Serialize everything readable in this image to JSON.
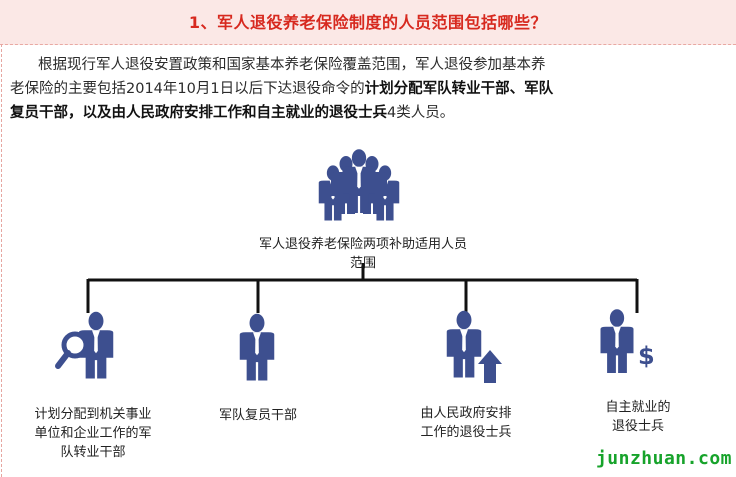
{
  "header": {
    "title": "1、军人退役养老保险制度的人员范围包括哪些？"
  },
  "intro": {
    "plain_1": "根据现行军人退役安置政策和国家基本养老保险覆盖范围，军人退役参加基本养",
    "plain_2": "老保险的主要包括2014年10月1日以后下达退役命令的",
    "bold_1": "计划分配军队转业干部、军队",
    "bold_2": "复员干部，以及由人民政府安排工作和自主就业的退役士兵",
    "plain_3": "4类人员。"
  },
  "diagram": {
    "root_label": "军人退役养老保险两项补助适用人员范围",
    "root_icon": "group-icon",
    "nodes": [
      {
        "icon": "magnifier-person-icon",
        "lines": [
          "计划分配到机关事业",
          "单位和企业工作的军",
          "队转业干部"
        ]
      },
      {
        "icon": "person-icon",
        "lines": [
          "军队复员干部"
        ]
      },
      {
        "icon": "person-arrow-up-icon",
        "lines": [
          "由人民政府安排",
          "工作的退役士兵"
        ]
      },
      {
        "icon": "person-dollar-icon",
        "lines": [
          "自主就业的",
          "退役士兵"
        ]
      }
    ],
    "icon_color": "#3d4f8f",
    "line_color": "#111111"
  },
  "watermark": "junzhuan.com",
  "colors": {
    "accent": "#d7291f",
    "header_bg": "#fbe8e6",
    "watermark": "#17a32b"
  }
}
